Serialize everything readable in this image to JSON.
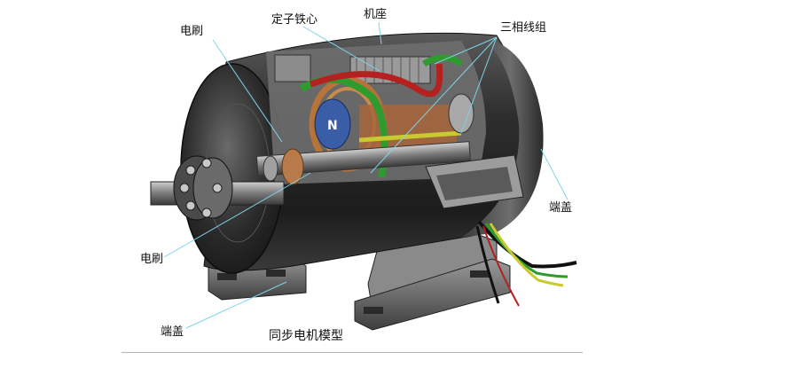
{
  "labels": {
    "stator_core": "定子铁心",
    "frame": "机座",
    "three_phase_winding": "三相线组",
    "brush_top": "电刷",
    "brush_bottom": "电刷",
    "end_cover_right": "端盖",
    "end_cover_bottom": "端盖",
    "caption": "同步电机模型"
  },
  "rotor_pole_mark": "N",
  "colors": {
    "pointer": "#7fd4ea",
    "housing": "#2b2b2b",
    "winding_green": "#2f9b2f",
    "winding_red": "#b52020",
    "copper": "#b8733a"
  }
}
